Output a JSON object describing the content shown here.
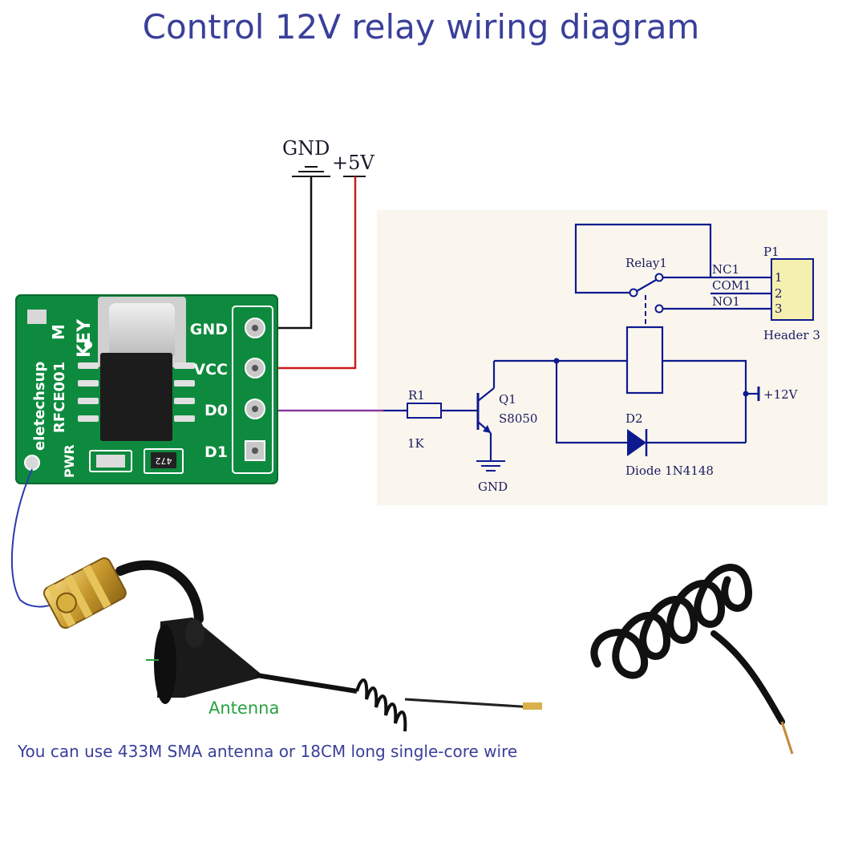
{
  "title": "Control 12V relay wiring diagram",
  "power": {
    "gnd_label": "GND",
    "v5_label": "+5V"
  },
  "board": {
    "pins": [
      "GND",
      "VCC",
      "D0",
      "D1"
    ],
    "key_label": "KEY",
    "m_label": "M",
    "brand_label": "eletechsup",
    "model_label": "RFCE001",
    "pwr_label": "PWR",
    "resistor_code": "472"
  },
  "schematic": {
    "relay_label": "Relay1",
    "header_ref": "P1",
    "header_name": "Header 3",
    "header_pins": [
      "1",
      "2",
      "3"
    ],
    "nets": [
      "NC1",
      "COM1",
      "NO1"
    ],
    "resistor_ref": "R1",
    "resistor_value": "1K",
    "transistor_ref": "Q1",
    "transistor_part": "S8050",
    "diode_ref": "D2",
    "diode_name": "Diode 1N4148",
    "supply_label": "+12V",
    "ground_label": "GND"
  },
  "antenna_label": "Antenna",
  "note": "You can use 433M SMA antenna or 18CM long single-core wire",
  "colors": {
    "title": "#3a3f9a",
    "pcb": "#0e8a3e",
    "schematic_wire": "#0d1a8f",
    "wire_red": "#cc1a1a",
    "wire_black": "#111111",
    "wire_purple": "#8a3aa0",
    "antenna_text": "#2aa040"
  }
}
